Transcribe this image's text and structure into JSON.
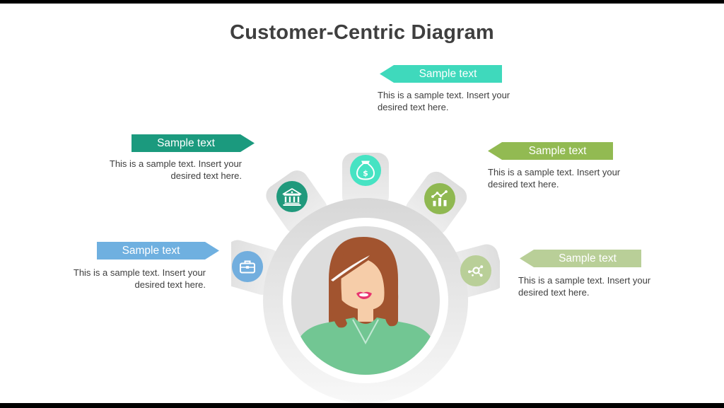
{
  "title": "Customer-Centric Diagram",
  "theme": {
    "background": "#ffffff",
    "letterbox_bar": "#000000",
    "title_color": "#3f3f3f",
    "caption_color": "#3e3e3e",
    "banner_text_color": "#ffffff",
    "ring_gray": "#d8d8d8",
    "tab_gray": "#e3e3e3",
    "inner_circle_gray": "#dddddd"
  },
  "callouts": [
    {
      "position": "top",
      "label": "Sample text",
      "body": "This is a sample text. Insert your desired text here.",
      "color": "#3fd9bc",
      "arrow": "left"
    },
    {
      "position": "upper-left",
      "label": "Sample text",
      "body": "This is a sample text. Insert your desired text here.",
      "color": "#1b9a7e",
      "arrow": "right"
    },
    {
      "position": "upper-right",
      "label": "Sample text",
      "body": "This is a sample text. Insert your desired text here.",
      "color": "#92ba52",
      "arrow": "left"
    },
    {
      "position": "lower-left",
      "label": "Sample text",
      "body": "This is a sample text. Insert your desired text here.",
      "color": "#6fb0e0",
      "arrow": "right"
    },
    {
      "position": "lower-right",
      "label": "Sample text",
      "body": "This is a sample text. Insert your desired text here.",
      "color": "#b9cf98",
      "arrow": "left"
    }
  ],
  "center": {
    "icons": [
      {
        "name": "money-bag",
        "color": "#46e3c3",
        "symbol": "$"
      },
      {
        "name": "bank",
        "color": "#20997c"
      },
      {
        "name": "bar-chart",
        "color": "#8fb851"
      },
      {
        "name": "briefcase",
        "color": "#72aede"
      },
      {
        "name": "network",
        "color": "#b9cf98"
      }
    ],
    "avatar": {
      "hair": "#a2542f",
      "skin": "#f6cda9",
      "shirt": "#72c693",
      "lips": "#e8356f",
      "streak": "#ffffff"
    }
  }
}
